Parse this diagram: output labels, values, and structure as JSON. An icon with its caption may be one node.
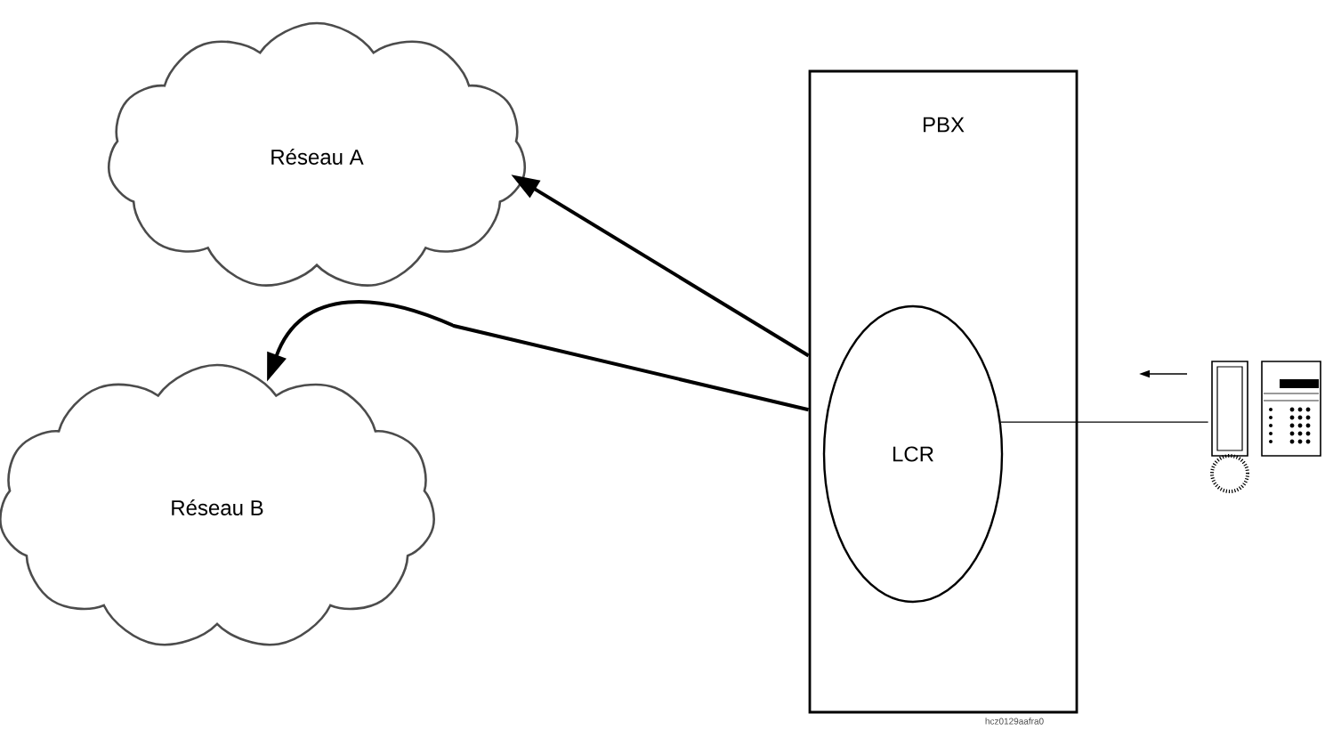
{
  "diagram": {
    "nodes": [
      {
        "text": [
          "Réseau A"
        ]
      },
      {
        "text": [
          "Réseau B"
        ]
      },
      {
        "text": [
          "PBX"
        ]
      },
      {
        "text": [
          "LCR"
        ],
        "in": 2
      },
      {
        "text": [],
        "shape": "picture"
      }
    ],
    "edges": [
      {
        "from": 2,
        "to": 0,
        "arrow": "to"
      },
      {
        "from": 2,
        "to": 1,
        "arrow": "to"
      },
      {
        "from": 3,
        "to": 4,
        "arrow": "none"
      }
    ],
    "labels": [
      "hcz0129aafra0"
    ]
  }
}
